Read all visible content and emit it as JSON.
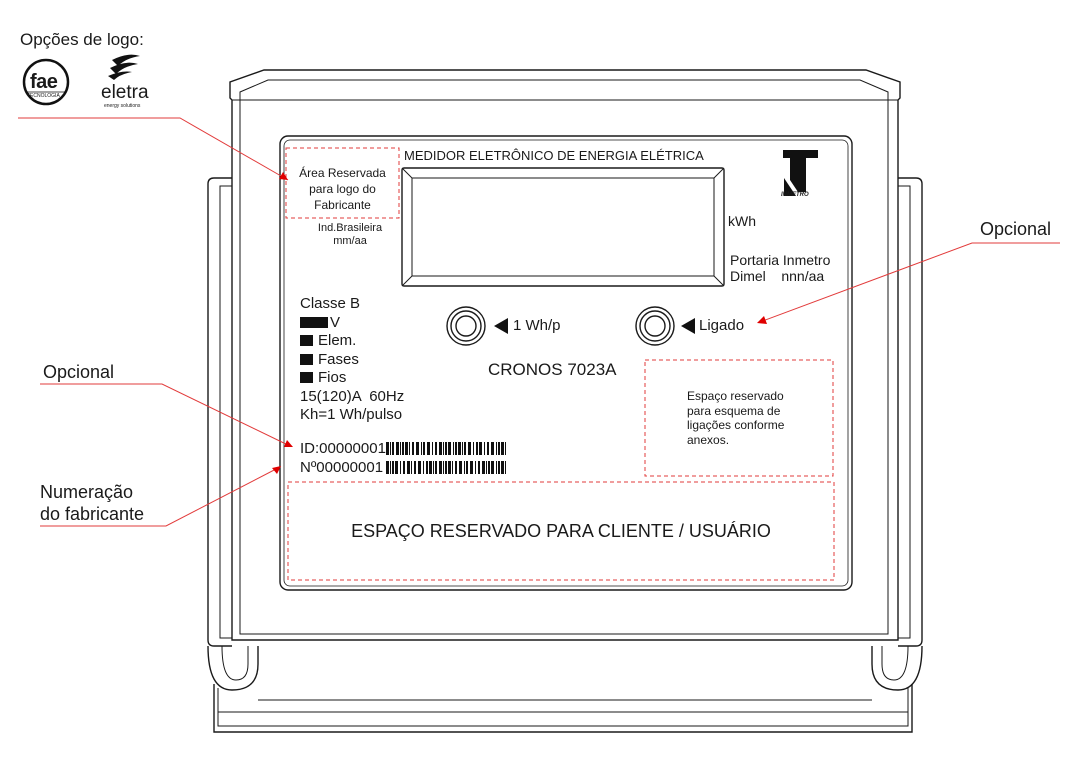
{
  "header": {
    "logo_options_label": "Opções de logo:"
  },
  "logos": {
    "fae": {
      "name": "fae",
      "tagline": "TECNOLOGIA"
    },
    "eletra": {
      "name": "eletra",
      "tagline": "energy solutions"
    }
  },
  "meter": {
    "title": "MEDIDOR ELETRÔNICO DE ENERGIA ELÉTRICA",
    "reserved_logo_area": [
      "Área Reservada",
      "para logo do",
      "Fabricante"
    ],
    "origin": [
      "Ind.Brasileira",
      "mm/aa"
    ],
    "unit": "kWh",
    "portaria": [
      "Portaria Inmetro",
      "Dimel    nnn/aa"
    ],
    "inmetro_label": "INMETRO",
    "specs": {
      "classe": "Classe B",
      "voltage": "V",
      "elements": "Elem.",
      "phases": "Fases",
      "wires": "Fios",
      "current": "15(120)A  60Hz",
      "kh": "Kh=1 Wh/pulso"
    },
    "pulse_led_label": "1 Wh/p",
    "power_led_label": "Ligado",
    "model": "CRONOS 7023A",
    "id_label": "ID:00000001",
    "serial_label": "Nº00000001",
    "schema_area": [
      "Espaço reservado",
      "para esquema de",
      "ligações conforme",
      "anexos."
    ],
    "client_area": "ESPAÇO RESERVADO PARA CLIENTE / USUÁRIO"
  },
  "callouts": {
    "optional_right": "Opcional",
    "optional_left": "Opcional",
    "manufacturer_numbering": [
      "Numeração",
      "do fabricante"
    ]
  },
  "colors": {
    "outline": "#1a1a1a",
    "dashed": "#e23b3b",
    "leader": "#e23b3b",
    "arrow": "#e00000"
  }
}
